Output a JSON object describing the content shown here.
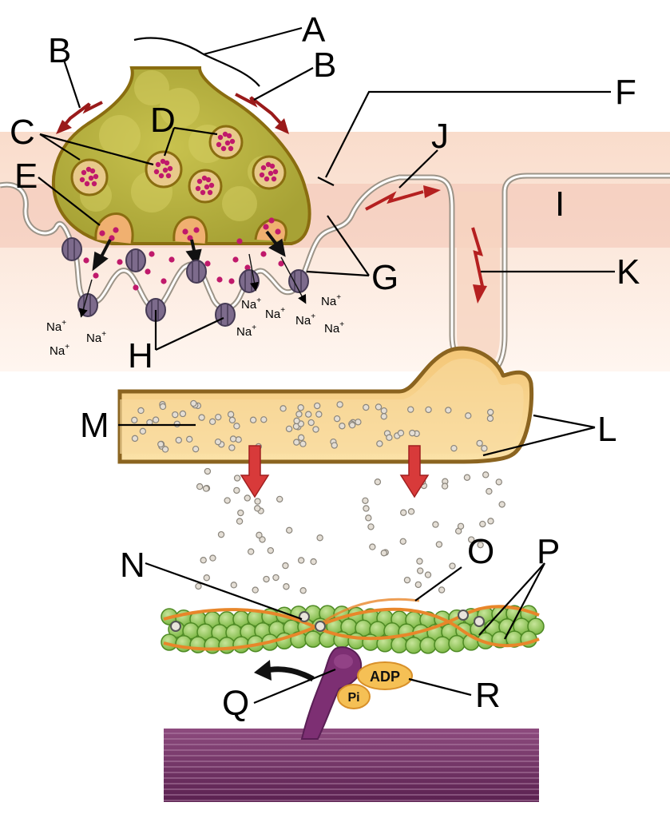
{
  "labels": {
    "A": "A",
    "B1": "B",
    "B2": "B",
    "C": "C",
    "D": "D",
    "E": "E",
    "F": "F",
    "G": "G",
    "H": "H",
    "I": "I",
    "J": "J",
    "K": "K",
    "L": "L",
    "M": "M",
    "N": "N",
    "O": "O",
    "P": "P",
    "Q": "Q",
    "R": "R"
  },
  "ion": {
    "symbol": "Na",
    "charge": "+"
  },
  "molecules": {
    "adp": "ADP",
    "pi": "Pi"
  },
  "colors": {
    "terminal_fill": "#b5b340",
    "terminal_outline": "#8a6d10",
    "vesicle_fill": "#e8c98a",
    "neurotransmitter": "#c0196b",
    "muscle_bg": "#f7d6c2",
    "receptor": "#7d6b8c",
    "action_potential_arrow": "#9a1a1a",
    "sr_fill": "#f6cf84",
    "sr_outline": "#8b6420",
    "calcium": "#d9d4cc",
    "release_arrow": "#d83a3a",
    "actin": "#9bcc5f",
    "tropomyosin": "#e8862a",
    "myosin_head": "#7d2f73",
    "thick_filament": "#6a2d5f",
    "adp_pi": "#f5c055"
  }
}
